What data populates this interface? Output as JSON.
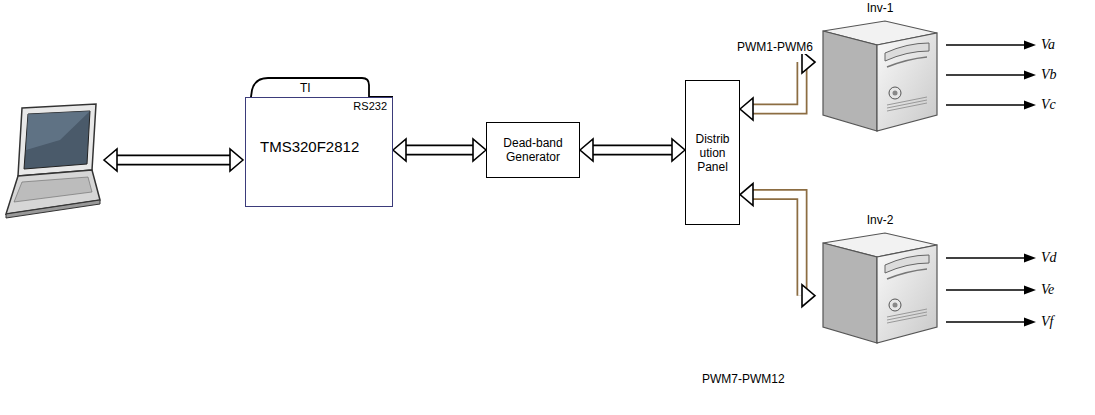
{
  "diagram": {
    "nodes": [
      {
        "text": [
          "TI",
          "RS232",
          "TMS320F2812"
        ]
      },
      {
        "text": [
          "Dead-band Generator"
        ]
      },
      {
        "text": [
          "Distrib ution Panel"
        ]
      },
      {
        "text": [
          "Inv-1"
        ]
      },
      {
        "text": [
          "Inv-2"
        ]
      }
    ],
    "edges": [
      {
        "from": 0,
        "to": 1,
        "arrow": "both"
      },
      {
        "from": 1,
        "to": 2,
        "arrow": "both"
      },
      {
        "from": 2,
        "to": 3,
        "label": "PWM1-PWM6",
        "arrow": "both"
      },
      {
        "from": 2,
        "to": 4,
        "label": "PWM7-PWM12",
        "arrow": "both"
      }
    ],
    "labels": [
      "Va",
      "Vb",
      "Vc",
      "Vd",
      "Ve",
      "Vf"
    ]
  }
}
